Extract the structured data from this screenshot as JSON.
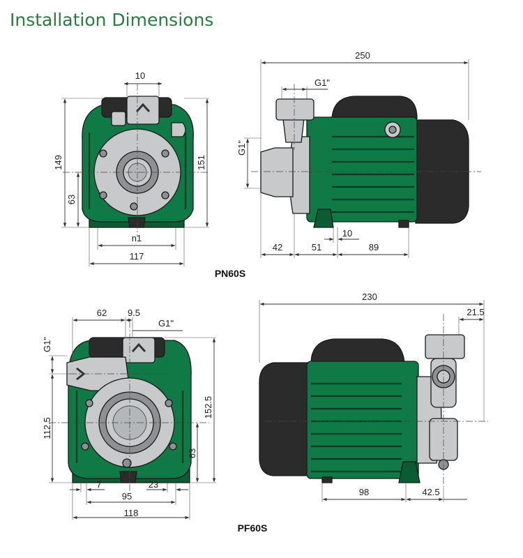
{
  "title": "Installation Dimensions",
  "colors": {
    "title": "#2f7a43",
    "pump_body": "#0f7a45",
    "pump_shadow": "#0a5c33",
    "motor_cap": "#2b2b2b",
    "metal": "#c7c9cb",
    "metal_dark": "#8e9194"
  },
  "models": [
    {
      "name": "PN60S",
      "front_dims": {
        "top_width": "10",
        "height_total": "149",
        "height_axis": "63",
        "height_right": "151",
        "bolt_spacing": "n1",
        "base_width": "117"
      },
      "side_dims": {
        "length": "250",
        "outlet_thread": "G1\"",
        "inlet_thread": "G1\"",
        "inlet_offset": "42",
        "foot_a": "51",
        "foot_b": "10",
        "foot_c": "89"
      }
    },
    {
      "name": "PF60S",
      "front_dims": {
        "outlet_offset": "62",
        "outlet_width": "9.5",
        "outlet_thread": "G1\"",
        "inlet_thread": "G1\"",
        "axis_height": "112.5",
        "height_total": "152.5",
        "height_small": "63",
        "foot_left": "7",
        "foot_right": "23",
        "bolt_spacing": "95",
        "base_width": "118"
      },
      "side_dims": {
        "length": "230",
        "outlet_offset": "21.5",
        "foot_a": "98",
        "foot_b": "42.5"
      }
    }
  ]
}
